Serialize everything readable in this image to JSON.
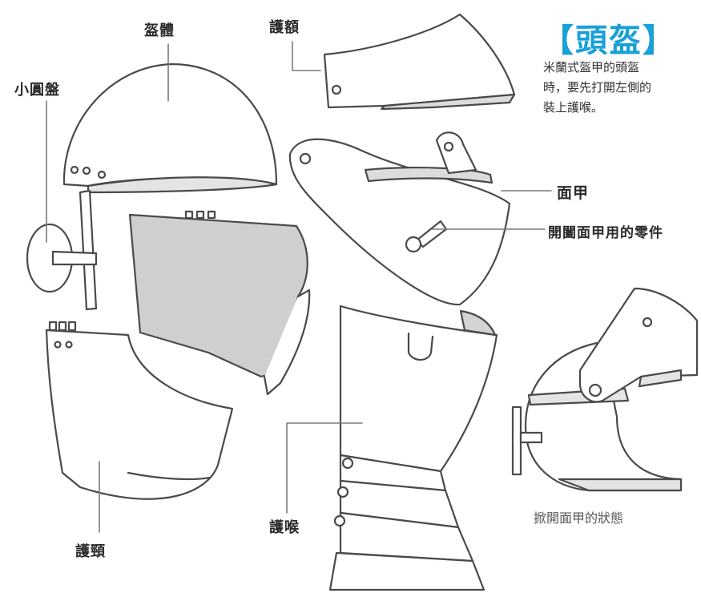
{
  "title": "【頭盔】",
  "description_lines": [
    "米蘭式盔甲的頭盔",
    "時，要先打開左側的",
    "裝上護喉。"
  ],
  "labels": {
    "helmet_body": "盔體",
    "brow_guard": "護額",
    "small_disc": "小圓盤",
    "visor": "面甲",
    "visor_part": "開闔面甲用的零件",
    "neck_guard": "護喉",
    "cheek_guard": "護頸"
  },
  "caption": "掀開面甲的狀態",
  "colors": {
    "title": "#18a0d8",
    "line": "#4a4a4a",
    "shade": "#cfcfcf"
  }
}
